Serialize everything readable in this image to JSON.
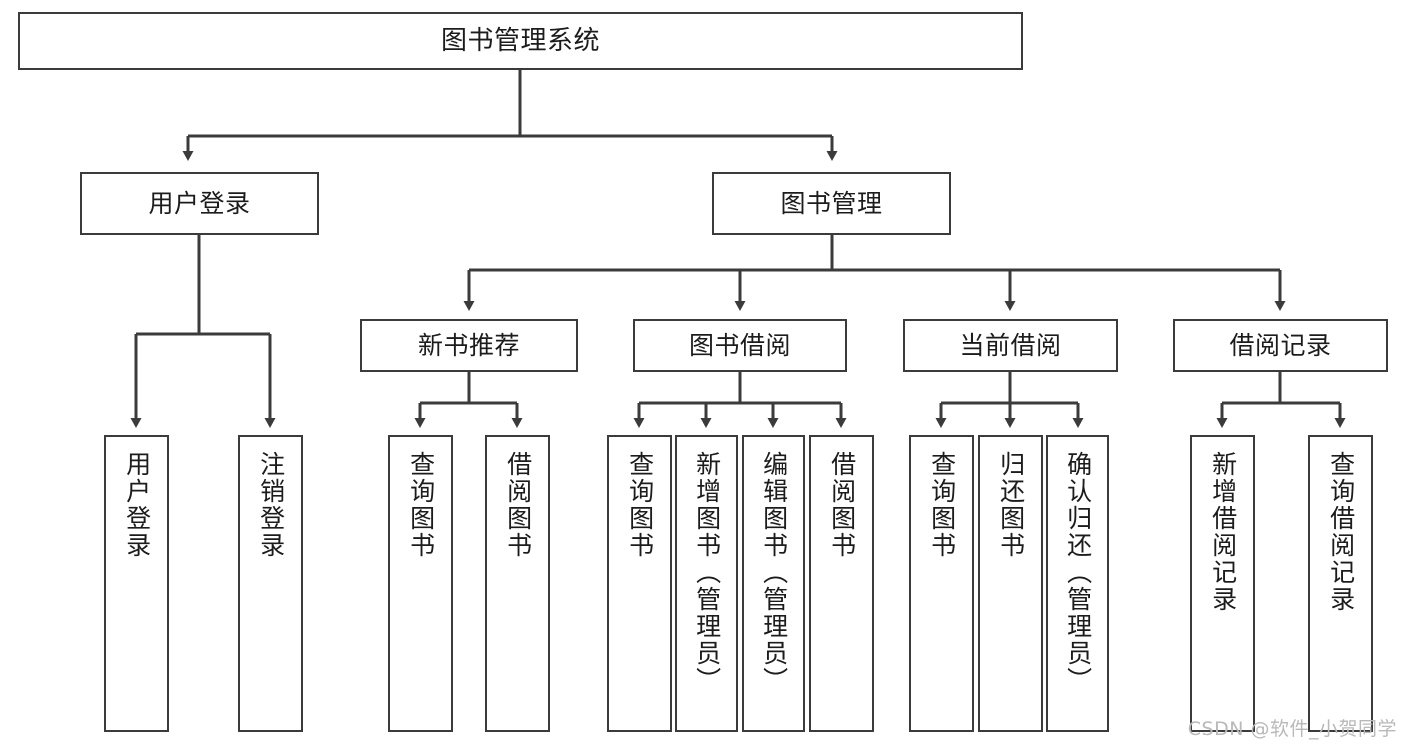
{
  "diagram": {
    "title": "图书管理系统",
    "type": "functional-structure-tree",
    "stroke_color": "#3b3b3b",
    "fill_color": "#ffffff",
    "text_color": "#1c1c1c"
  },
  "root": {
    "label": "图书管理系统"
  },
  "level1": [
    {
      "id": "user-login",
      "label": "用户登录"
    },
    {
      "id": "book-management",
      "label": "图书管理"
    }
  ],
  "level2": [
    {
      "id": "new-book-recommend",
      "label": "新书推荐",
      "parent": "book-management"
    },
    {
      "id": "book-borrow",
      "label": "图书借阅",
      "parent": "book-management"
    },
    {
      "id": "current-borrow",
      "label": "当前借阅",
      "parent": "book-management"
    },
    {
      "id": "borrow-record",
      "label": "借阅记录",
      "parent": "book-management"
    }
  ],
  "leaves": {
    "user_login": [
      {
        "id": "leaf-user-login",
        "label": "用户登录"
      },
      {
        "id": "leaf-user-logout",
        "label": "注销登录"
      }
    ],
    "new_book_recommend": [
      {
        "id": "leaf-query-book-1",
        "label": "查询图书"
      },
      {
        "id": "leaf-borrow-book-1",
        "label": "借阅图书"
      }
    ],
    "book_borrow": [
      {
        "id": "leaf-query-book-2",
        "label": "查询图书"
      },
      {
        "id": "leaf-add-book",
        "label": "新增图书（管理员）"
      },
      {
        "id": "leaf-edit-book",
        "label": "编辑图书（管理员）"
      },
      {
        "id": "leaf-borrow-book-2",
        "label": "借阅图书"
      }
    ],
    "current_borrow": [
      {
        "id": "leaf-query-book-3",
        "label": "查询图书"
      },
      {
        "id": "leaf-return-book",
        "label": "归还图书"
      },
      {
        "id": "leaf-confirm-return",
        "label": "确认归还（管理员）"
      }
    ],
    "borrow_record": [
      {
        "id": "leaf-add-record",
        "label": "新增借阅记录"
      },
      {
        "id": "leaf-query-record",
        "label": "查询借阅记录"
      }
    ]
  },
  "watermark": {
    "text": "CSDN @软件_小贺同学"
  }
}
